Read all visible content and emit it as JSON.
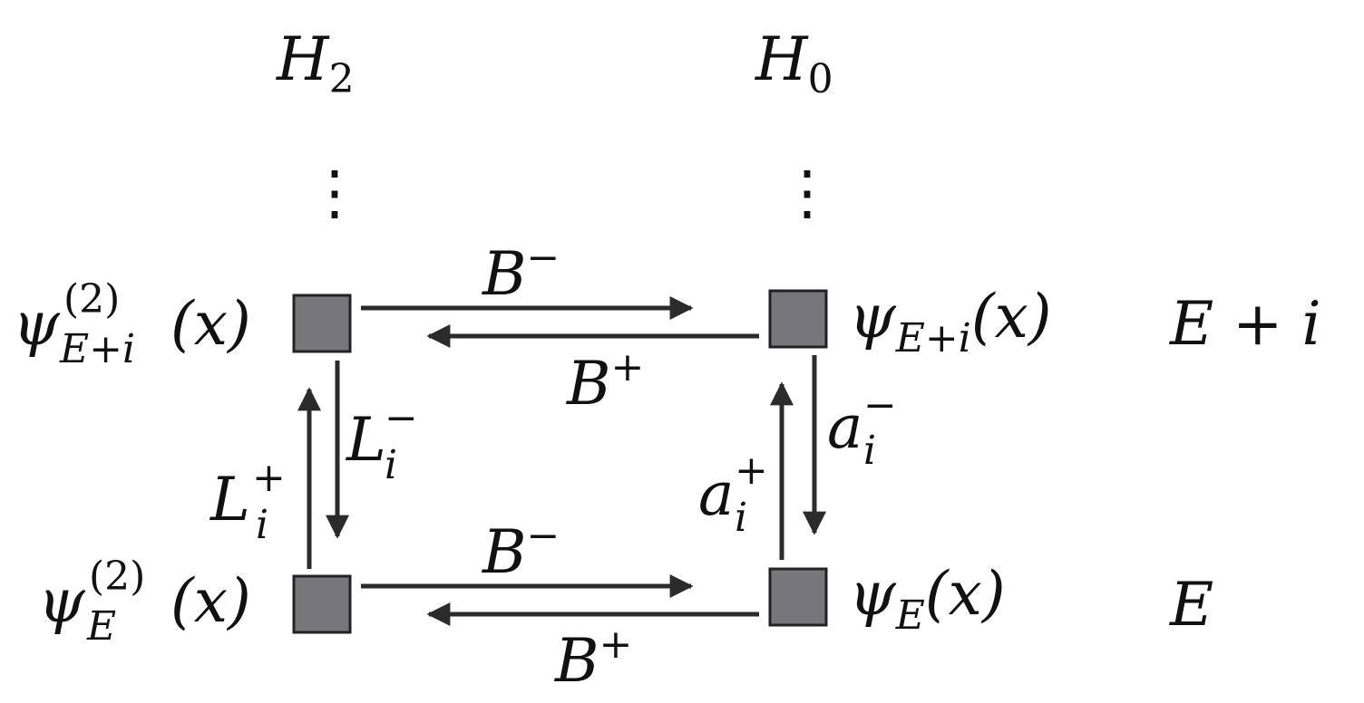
{
  "columns": {
    "left": {
      "symbol": "H",
      "index": "2"
    },
    "right": {
      "symbol": "H",
      "index": "0"
    }
  },
  "ellipsis": "⋮",
  "states": {
    "top_left": {
      "symbol": "ψ",
      "superscript": "(2)",
      "subscript": "E+i",
      "argument": "(x)"
    },
    "bottom_left": {
      "symbol": "ψ",
      "superscript": "(2)",
      "subscript": "E",
      "argument": "(x)"
    },
    "top_right": {
      "symbol": "ψ",
      "subscript": "E+i",
      "argument": "(x)"
    },
    "bottom_right": {
      "symbol": "ψ",
      "subscript": "E",
      "argument": "(x)"
    }
  },
  "energies": {
    "top": "E + i",
    "bottom": "E"
  },
  "operators": {
    "b_minus": {
      "symbol": "B",
      "sign": "−"
    },
    "b_plus": {
      "symbol": "B",
      "sign": "+"
    },
    "l_minus": {
      "symbol": "L",
      "sign": "−",
      "index": "i"
    },
    "l_plus": {
      "symbol": "L",
      "sign": "+",
      "index": "i"
    },
    "a_minus": {
      "symbol": "a",
      "sign": "−",
      "index": "i"
    },
    "a_plus": {
      "symbol": "a",
      "sign": "+",
      "index": "i"
    }
  },
  "colors": {
    "node_fill": "#76767b",
    "node_stroke": "#222222",
    "arrow": "#2b2b2b",
    "text": "#111111"
  }
}
